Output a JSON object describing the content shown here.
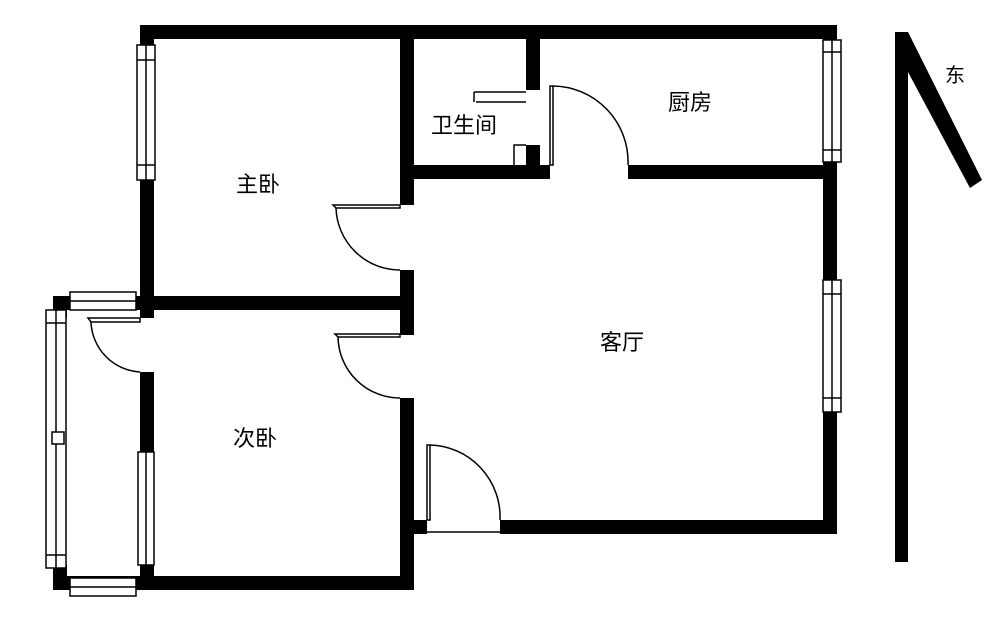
{
  "rooms": {
    "master_bedroom": "主卧",
    "bathroom": "卫生间",
    "kitchen": "厨房",
    "living_room": "客厅",
    "second_bedroom": "次卧"
  },
  "compass": {
    "direction_label": "东"
  },
  "colors": {
    "wall": "#000000",
    "background": "#ffffff"
  }
}
